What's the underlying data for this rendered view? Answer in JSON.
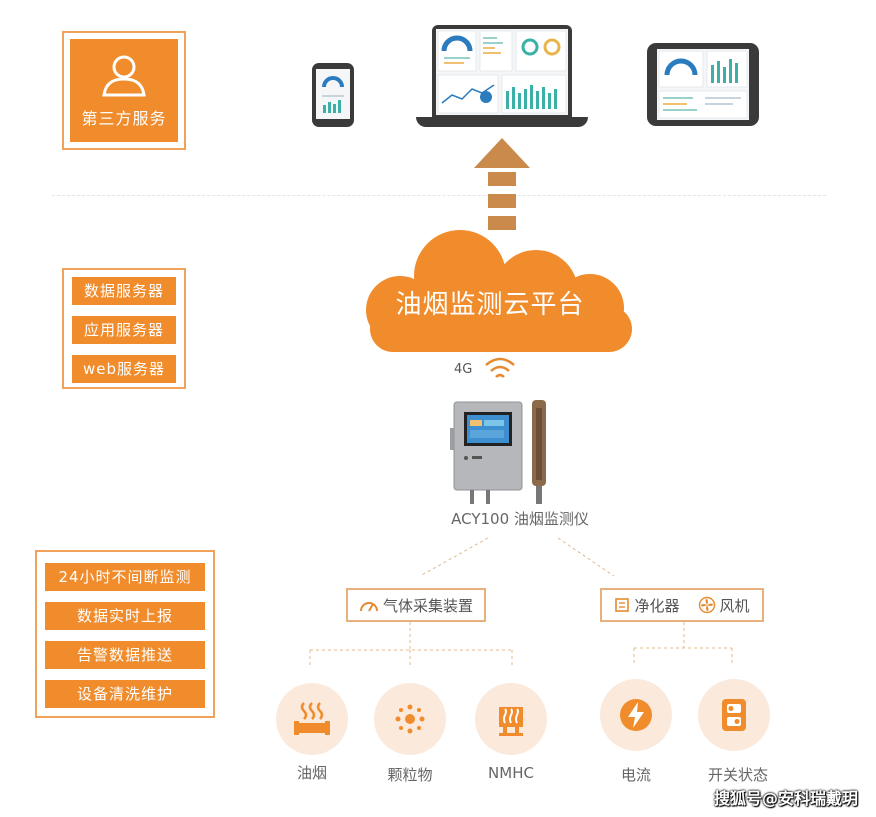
{
  "third_party": {
    "label": "第三方服务"
  },
  "servers": [
    "数据服务器",
    "应用服务器",
    "web服务器"
  ],
  "cloud": {
    "label": "油烟监测云平台"
  },
  "network": {
    "label": "4G"
  },
  "device": {
    "caption": "ACY100 油烟监测仪"
  },
  "categories": {
    "gas": "气体采集装置",
    "purifier": "净化器",
    "fan": "风机"
  },
  "sensors": [
    "油烟",
    "颗粒物",
    "NMHC",
    "电流",
    "开关状态"
  ],
  "features": [
    "24小时不间断监测",
    "数据实时上报",
    "告警数据推送",
    "设备清洗维护"
  ],
  "watermark": "搜狐号@安科瑞戴玥",
  "colors": {
    "accent": "#f08c2c",
    "accent_light": "#fbe9dc",
    "arrow": "#c98a4c"
  },
  "icons": {
    "third_party": "user-icon",
    "wifi": "wifi-icon",
    "gas": "gauge-icon",
    "purifier": "purifier-icon",
    "fan": "fan-icon",
    "sensors": [
      "oil-smoke-icon",
      "particle-icon",
      "nmhc-icon",
      "current-icon",
      "switch-icon"
    ]
  }
}
